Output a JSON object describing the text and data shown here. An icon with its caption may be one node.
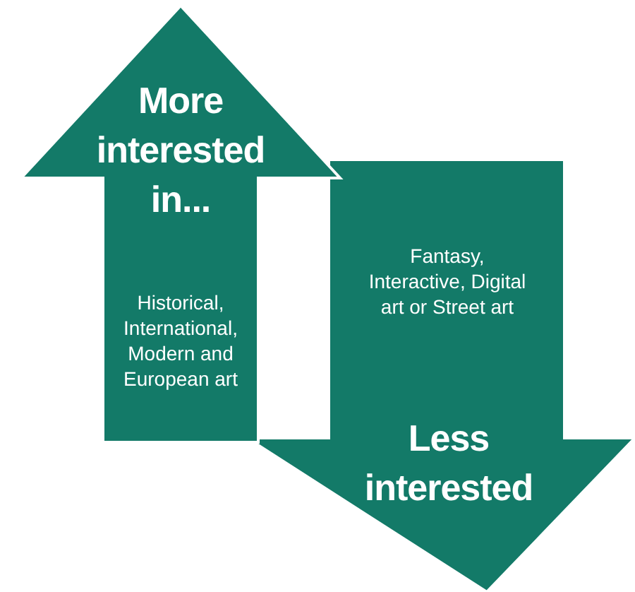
{
  "diagram": {
    "nodes": [
      {
        "text": [
          "More interested in...",
          "Historical, International, Modern and European art"
        ]
      },
      {
        "text": [
          "Fantasy, Interactive, Digital art or Street art",
          "Less interested"
        ]
      }
    ]
  }
}
